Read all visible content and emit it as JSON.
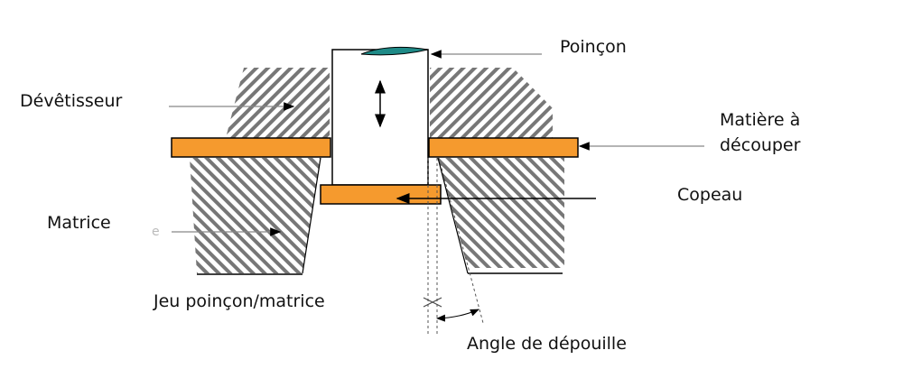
{
  "labels": {
    "poincon": "Poinçon",
    "devetisseur": "Dévêtisseur",
    "matiere_line1": "Matière à",
    "matiere_line2": "découper",
    "copeau": "Copeau",
    "matrice": "Matrice",
    "jeu": "Jeu poinçon/matrice",
    "angle": "Angle de dépouille",
    "stray": "e"
  },
  "colors": {
    "material": "#f59a2e",
    "punch_tip": "#1e8a87",
    "hatch": "#6e6e6e"
  }
}
